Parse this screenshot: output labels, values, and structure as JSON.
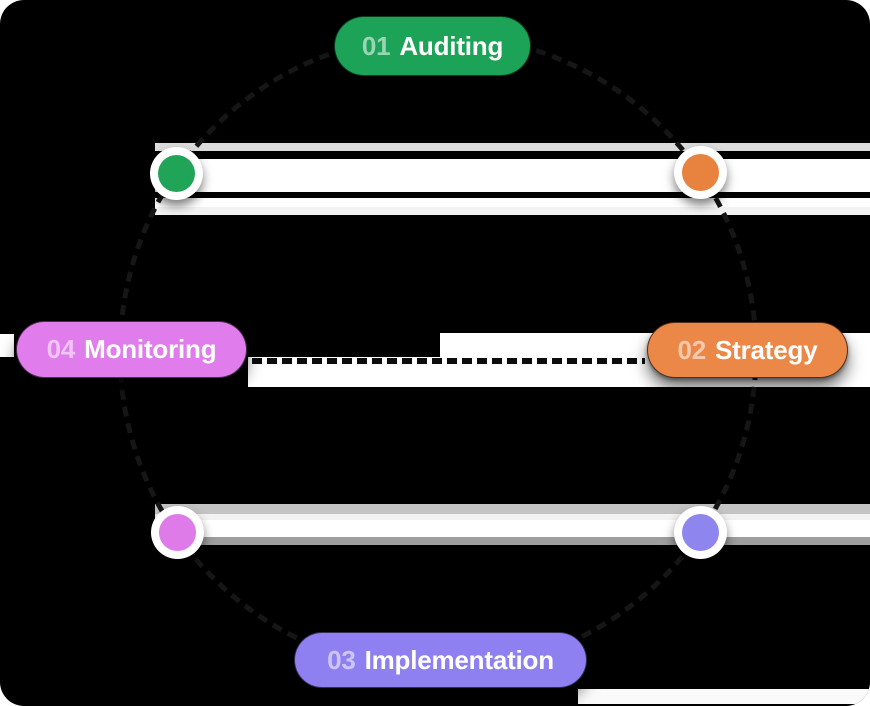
{
  "diagram": {
    "background": "#000000",
    "line_color": "#161616",
    "connector_color": "#0c0c0c",
    "steps": [
      {
        "number": "01",
        "label": "Auditing",
        "pill_color": "#1ca358",
        "dot_color": "#20a457",
        "position": "top"
      },
      {
        "number": "02",
        "label": "Strategy",
        "pill_color": "#eb8747",
        "dot_color": "#e8823f",
        "position": "right"
      },
      {
        "number": "03",
        "label": "Implementation",
        "pill_color": "#8e80f1",
        "dot_color": "#8f85ef",
        "position": "bottom"
      },
      {
        "number": "04",
        "label": "Monitoring",
        "pill_color": "#e07ceb",
        "dot_color": "#df7ae9",
        "position": "left"
      }
    ]
  }
}
